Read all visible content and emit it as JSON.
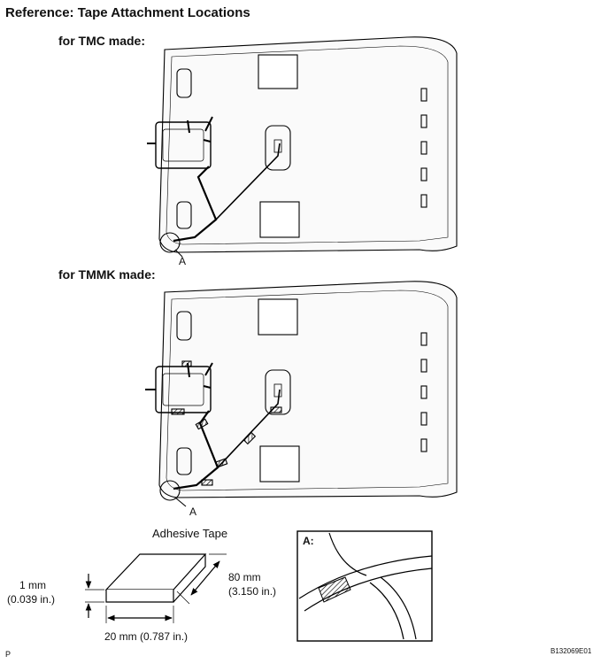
{
  "title": "Reference: Tape Attachment Locations",
  "diagram1": {
    "label": "for TMC made:",
    "callout": "A"
  },
  "diagram2": {
    "label": "for TMMK made:",
    "callout": "A"
  },
  "tape": {
    "title": "Adhesive Tape",
    "thickness_mm": "1 mm",
    "thickness_in": "(0.039 in.)",
    "length_mm": "80 mm",
    "length_in": "(3.150 in.)",
    "width": "20 mm (0.787 in.)"
  },
  "inset": {
    "label": "A:"
  },
  "footer": {
    "left": "P",
    "id": "B132069E01"
  }
}
